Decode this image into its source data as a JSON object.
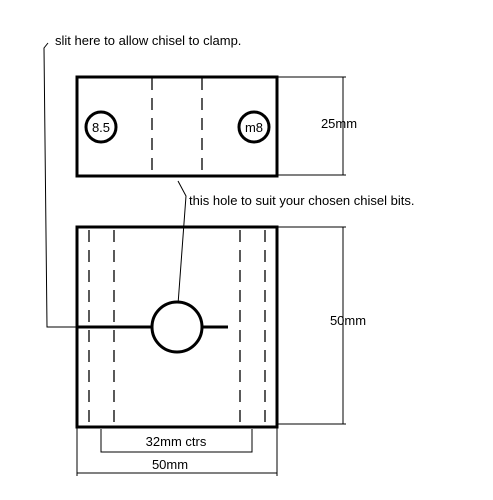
{
  "annotations": {
    "slit_note": "slit here to allow chisel to clamp.",
    "hole_note": "this hole to suit your chosen chisel bits."
  },
  "top_view": {
    "left_hole_label": "8.5",
    "right_hole_label": "m8",
    "height_dim": "25mm"
  },
  "front_view": {
    "height_dim": "50mm",
    "centers_dim": "32mm ctrs",
    "width_dim": "50mm"
  }
}
